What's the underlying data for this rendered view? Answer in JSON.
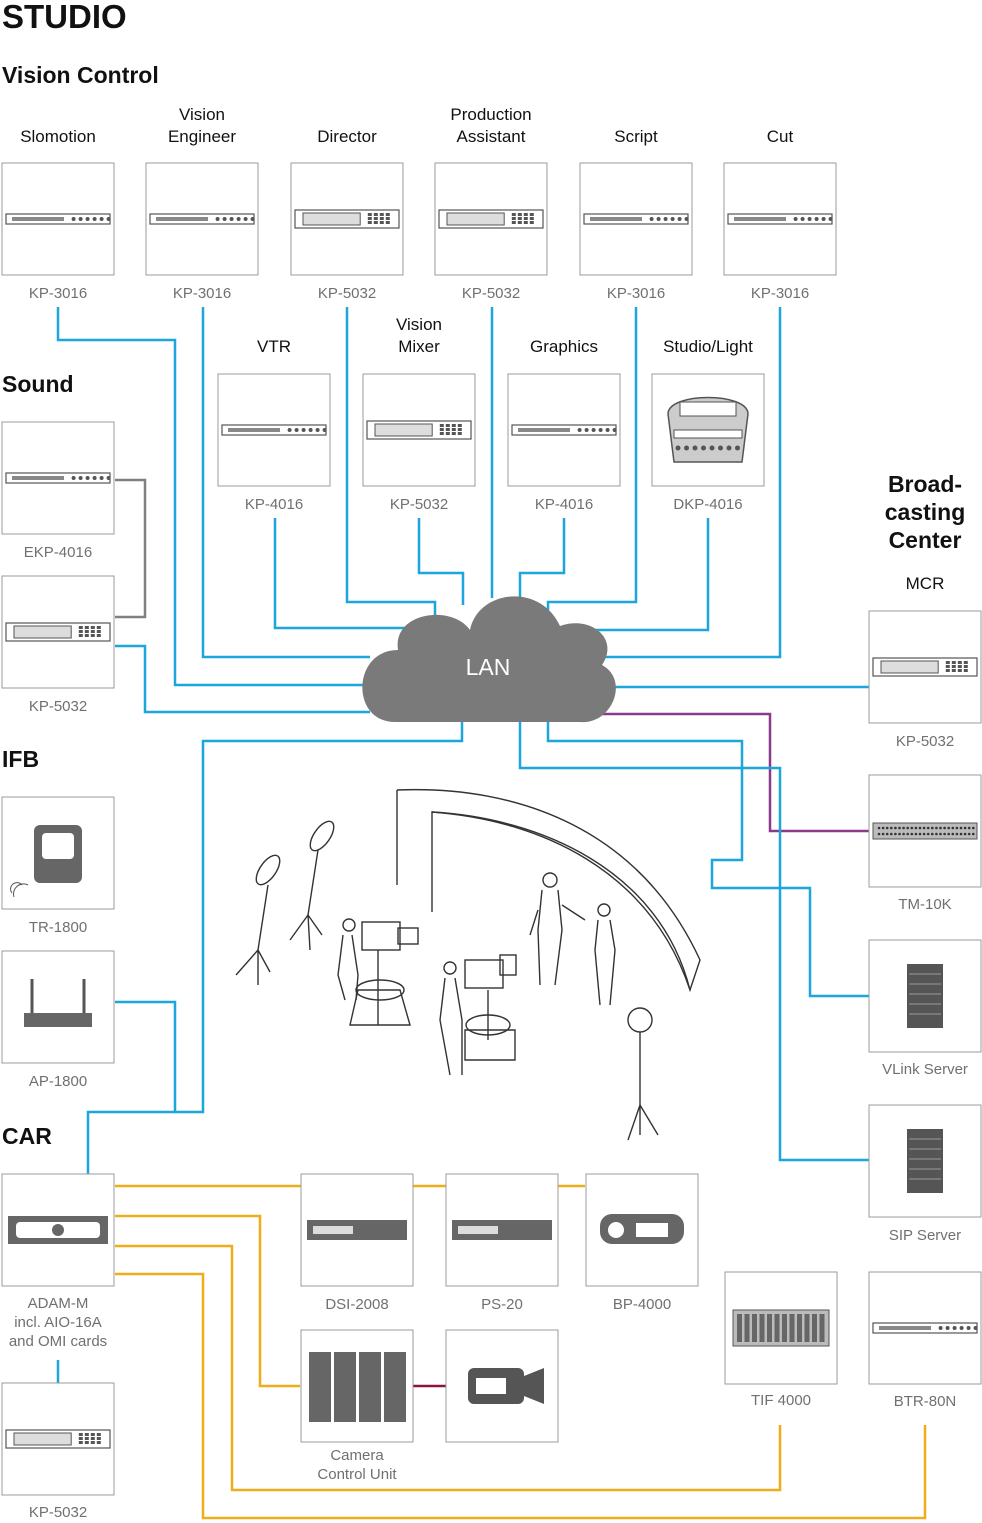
{
  "title": "STUDIO",
  "sections": {
    "vision_control": "Vision Control",
    "sound": "Sound",
    "ifb": "IFB",
    "car": "CAR",
    "broadcasting_center": [
      "Broad-",
      "casting",
      "Center"
    ]
  },
  "lan_label": "LAN",
  "vision_control": [
    {
      "role": [
        "Slomotion"
      ],
      "model": "KP-3016"
    },
    {
      "role": [
        "Vision",
        "Engineer"
      ],
      "model": "KP-3016"
    },
    {
      "role": [
        "Director"
      ],
      "model": "KP-5032"
    },
    {
      "role": [
        "Production",
        "Assistant"
      ],
      "model": "KP-5032"
    },
    {
      "role": [
        "Script"
      ],
      "model": "KP-3016"
    },
    {
      "role": [
        "Cut"
      ],
      "model": "KP-3016"
    }
  ],
  "control_row2": [
    {
      "role": [
        "VTR"
      ],
      "model": "KP-4016"
    },
    {
      "role": [
        "Vision",
        "Mixer"
      ],
      "model": "KP-5032"
    },
    {
      "role": [
        "Graphics"
      ],
      "model": "KP-4016"
    },
    {
      "role": [
        "Studio/Light"
      ],
      "model": "DKP-4016"
    }
  ],
  "sound": [
    {
      "model": "EKP-4016"
    },
    {
      "model": "KP-5032"
    }
  ],
  "ifb": [
    {
      "model": "TR-1800"
    },
    {
      "model": "AP-1800"
    }
  ],
  "car": {
    "adam": [
      "ADAM-M",
      "incl. AIO-16A",
      "and OMI cards"
    ],
    "kp": "KP-5032",
    "dsi": "DSI-2008",
    "ps": "PS-20",
    "bp": "BP-4000",
    "ccu": [
      "Camera",
      "Control Unit"
    ],
    "tif": "TIF 4000",
    "btr": "BTR-80N"
  },
  "broadcasting": {
    "mcr_label": "MCR",
    "devices": [
      {
        "model": "KP-5032"
      },
      {
        "model": "TM-10K"
      },
      {
        "model": "VLink Server"
      },
      {
        "model": "SIP Server"
      }
    ]
  },
  "colors": {
    "lan_link": "#1ba6dc",
    "car_link": "#f0ad1a",
    "sound_link": "#808080",
    "tm_link": "#8b3a8b",
    "camera_link": "#8a1538",
    "cloud": "#7a7a7a",
    "device": "#6a6a6a"
  }
}
